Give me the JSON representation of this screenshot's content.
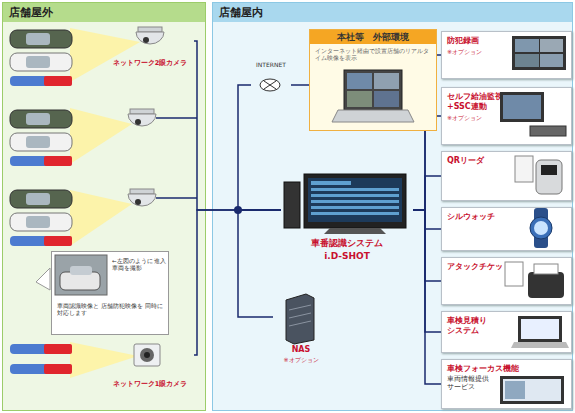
{
  "diagram": {
    "nodes": [
      {
        "text": [
          "店舗屋外"
        ]
      },
      {
        "text": [
          "ネットワーク2眼カメラ"
        ],
        "in": 0
      },
      {
        "text": [
          "←左図のように 進入車両を撮影",
          "車両認識映像と 店舗防犯映像を 同時に対応します"
        ],
        "in": 0
      },
      {
        "text": [
          "ネットワーク1眼カメラ"
        ],
        "in": 0
      },
      {
        "text": [
          "店舗屋内"
        ]
      },
      {
        "text": [
          "INTERNET"
        ],
        "in": 4
      },
      {
        "text": [
          "本社等　外部環境",
          "インターネット経由で設置店舗のリアルタイム映像を表示"
        ],
        "in": 4
      },
      {
        "text": [
          "車番認識システム",
          "i.D-SHOT"
        ],
        "in": 4
      },
      {
        "text": [
          "NAS",
          "※オプション"
        ],
        "in": 4
      },
      {
        "text": [
          "防犯録画",
          "※オプション"
        ],
        "in": 4
      },
      {
        "text": [
          "セルフ給油監視 +SSC連動",
          "※オプション"
        ],
        "in": 4
      },
      {
        "text": [
          "QRリーダ"
        ],
        "in": 4
      },
      {
        "text": [
          "シルウォッチ"
        ],
        "in": 4
      },
      {
        "text": [
          "アタックチケット"
        ],
        "in": 4
      },
      {
        "text": [
          "車検見積り システム"
        ],
        "in": 4
      },
      {
        "text": [
          "車検フォーカス機能",
          "車両情報提供 サービス"
        ],
        "in": 4
      }
    ],
    "edges": [
      {
        "from": 1,
        "to": 7,
        "arrow": "none"
      },
      {
        "from": 3,
        "to": 7,
        "arrow": "none"
      },
      {
        "from": 7,
        "to": 5,
        "arrow": "none"
      },
      {
        "from": 5,
        "to": 6,
        "arrow": "none"
      },
      {
        "from": 7,
        "to": 8,
        "arrow": "none"
      },
      {
        "from": 7,
        "to": 9,
        "arrow": "none"
      },
      {
        "from": 7,
        "to": 10,
        "arrow": "none"
      },
      {
        "from": 7,
        "to": 11,
        "arrow": "none"
      },
      {
        "from": 7,
        "to": 12,
        "arrow": "none"
      },
      {
        "from": 7,
        "to": 13,
        "arrow": "none"
      },
      {
        "from": 7,
        "to": 14,
        "arrow": "none"
      },
      {
        "from": 7,
        "to": 15,
        "arrow": "none"
      }
    ]
  }
}
